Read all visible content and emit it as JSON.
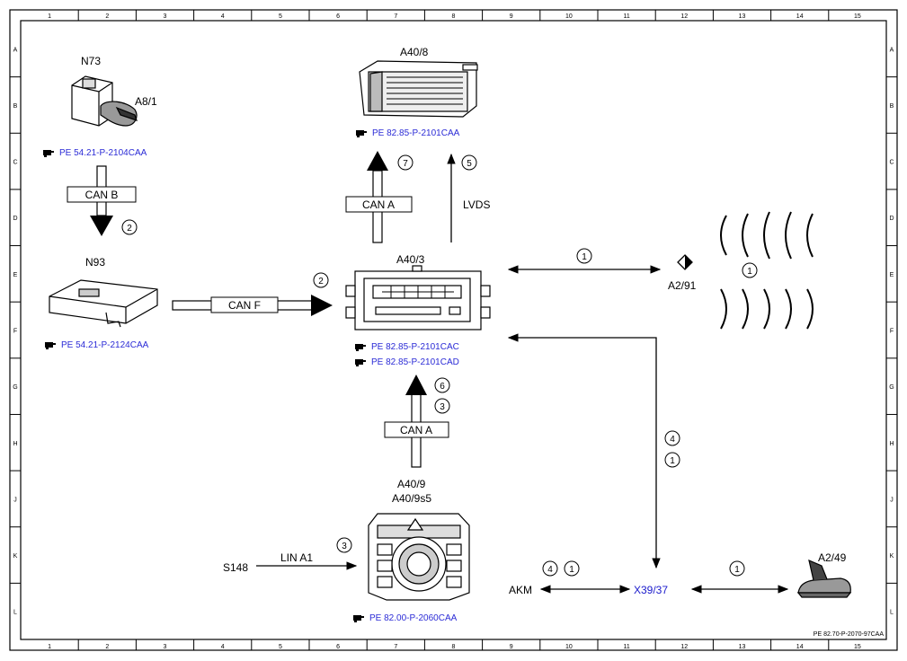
{
  "frame": {
    "cols": [
      "1",
      "2",
      "3",
      "4",
      "5",
      "6",
      "7",
      "8",
      "9",
      "10",
      "11",
      "12",
      "13",
      "14",
      "15"
    ],
    "rows": [
      "A",
      "B",
      "C",
      "D",
      "E",
      "F",
      "G",
      "H",
      "J",
      "K",
      "L"
    ],
    "footer_code": "PE 82.70-P-2070-97CAA"
  },
  "components": {
    "n73": "N73",
    "a8_1": "A8/1",
    "n93": "N93",
    "a40_8": "A40/8",
    "a40_3": "A40/3",
    "a40_9": "A40/9",
    "a40_9s5": "A40/9s5",
    "a2_91": "A2/91",
    "a2_49": "A2/49",
    "s148": "S148",
    "akm": "AKM",
    "x39_37": "X39/37"
  },
  "references": {
    "n73_ref": "PE 54.21-P-2104CAA",
    "n93_ref": "PE 54.21-P-2124CAA",
    "a40_8_ref": "PE 82.85-P-2101CAA",
    "a40_3_ref1": "PE 82.85-P-2101CAC",
    "a40_3_ref2": "PE 82.85-P-2101CAD",
    "a40_9_ref": "PE 82.00-P-2060CAA"
  },
  "buses": {
    "can_b": "CAN B",
    "can_f": "CAN F",
    "can_a_top": "CAN A",
    "can_a_bottom": "CAN A",
    "lvds": "LVDS",
    "lin_a1": "LIN A1"
  },
  "markers": {
    "m_canb": "2",
    "m_canf": "2",
    "m_cana_top": "7",
    "m_lvds": "5",
    "m_a2_91_link": "1",
    "m_waves": "1",
    "m_cana_bottom_a": "6",
    "m_cana_bottom_b": "3",
    "m_x39_a": "4",
    "m_x39_b": "1",
    "m_lin": "3",
    "m_akm_a": "4",
    "m_akm_b": "1",
    "m_a2_49": "1"
  },
  "colors": {
    "line": "#000000",
    "ref_text": "#2b2bd6",
    "x39_text": "#1a1acc"
  }
}
